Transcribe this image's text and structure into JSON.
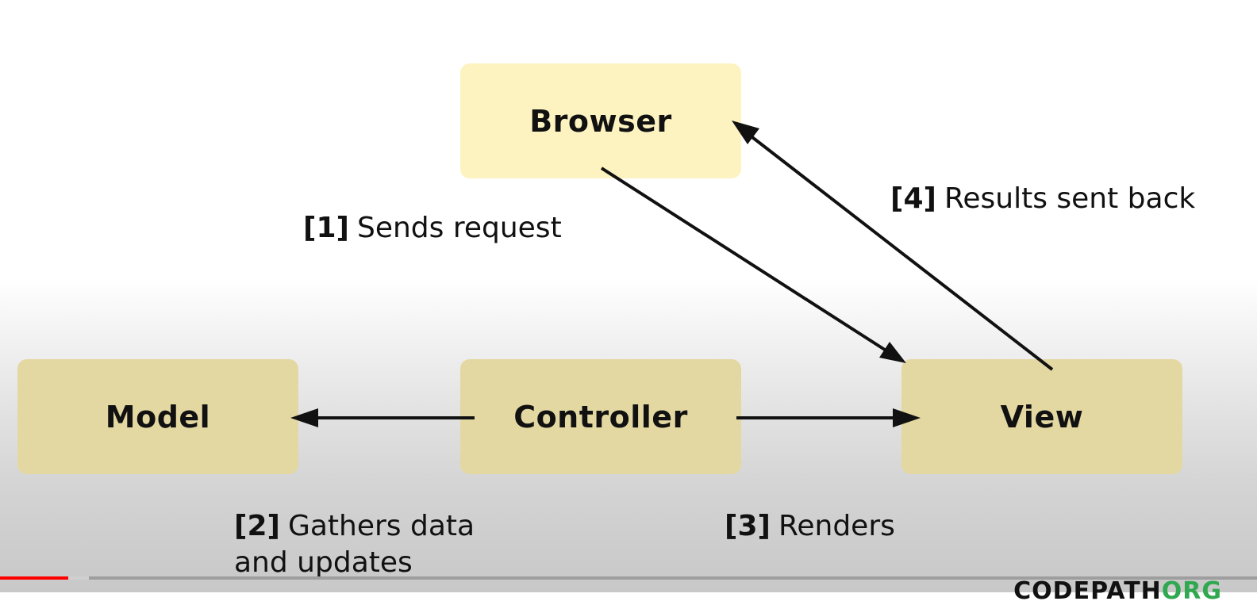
{
  "nodes": {
    "browser": "Browser",
    "model": "Model",
    "controller": "Controller",
    "view": "View"
  },
  "steps": [
    {
      "number": "[1]",
      "text": "Sends request"
    },
    {
      "number": "[2]",
      "text_line1": "Gathers data",
      "text_line2": "and updates"
    },
    {
      "number": "[3]",
      "text": "Renders"
    },
    {
      "number": "[4]",
      "text": "Results sent back"
    }
  ],
  "watermark": {
    "main": "CODEPATH",
    "accent": "ORG"
  },
  "video_progress": {
    "played_fraction": 0.054,
    "buffered_fraction": 0.071
  },
  "colors": {
    "browser_box": "#fdf3c0",
    "component_box": "#e4d8a2",
    "arrow": "#111111",
    "progress_played": "#ff0000"
  }
}
